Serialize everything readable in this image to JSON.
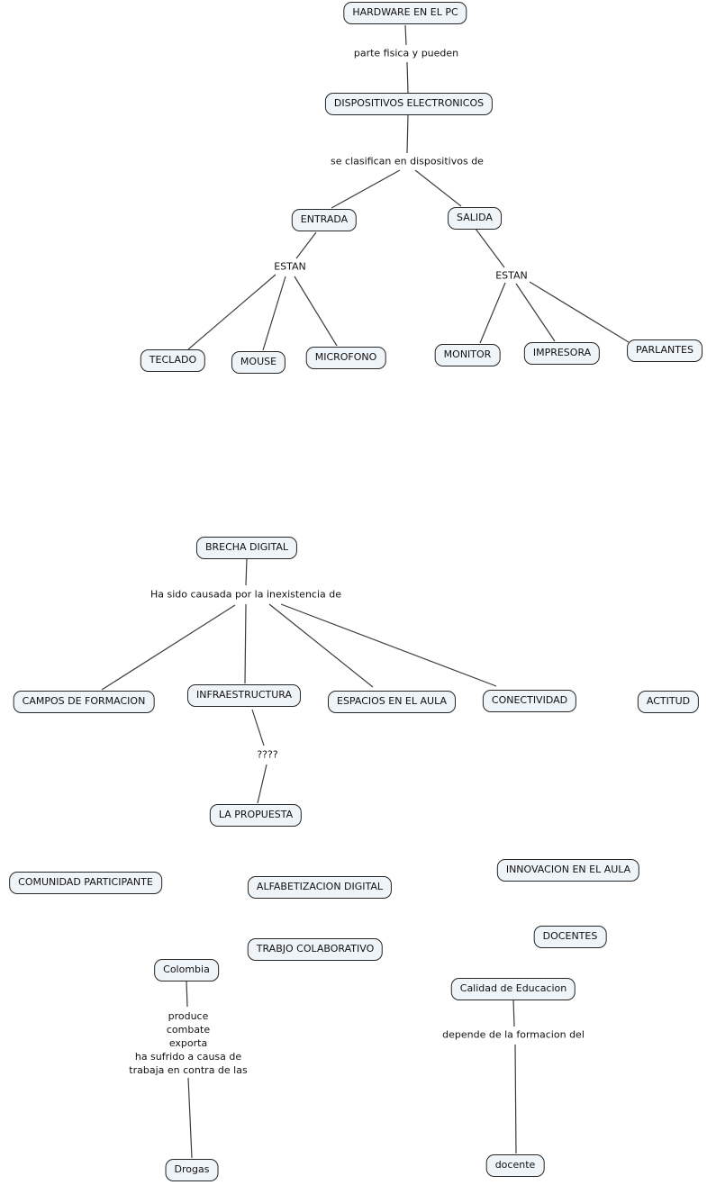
{
  "style": {
    "background": "#ffffff",
    "node_fill": "#eef4f8",
    "node_border": "#262626",
    "line_color": "#3c3c3c",
    "text_color": "#111111"
  },
  "map_hardware": {
    "nodes": {
      "hardware": "HARDWARE EN EL PC",
      "dispositivos": "DISPOSITIVOS ELECTRONICOS",
      "entrada": "ENTRADA",
      "salida": "SALIDA",
      "teclado": "TECLADO",
      "mouse": "MOUSE",
      "microfono": "MICROFONO",
      "monitor": "MONITOR",
      "impresora": "IMPRESORA",
      "parlantes": "PARLANTES"
    },
    "links": {
      "parte_fisica": "parte fisica y pueden",
      "se_clasifican": "se clasifican en dispositivos de",
      "estan_left": "ESTAN",
      "estan_right": "ESTAN"
    }
  },
  "map_brecha": {
    "nodes": {
      "brecha": "BRECHA DIGITAL",
      "campos": "CAMPOS DE FORMACION",
      "infraestructura": "INFRAESTRUCTURA",
      "espacios": "ESPACIOS EN EL AULA",
      "conectividad": "CONECTIVIDAD",
      "actitud": "ACTITUD",
      "la_propuesta": "LA PROPUESTA",
      "comunidad": "COMUNIDAD PARTICIPANTE",
      "alfabetizacion": "ALFABETIZACION DIGITAL",
      "innovacion": "INNOVACION EN EL AULA",
      "trabjo": "TRABJO COLABORATIVO",
      "docentes": "DOCENTES",
      "colombia": "Colombia",
      "calidad": "Calidad de Educacion",
      "drogas": "Drogas",
      "docente": "docente"
    },
    "links": {
      "ha_sido_causada": "Ha sido causada por la inexistencia de",
      "interrogantes": "????",
      "colombia_to_drogas": [
        "produce",
        "combate",
        "exporta",
        "ha sufrido a causa de",
        "trabaja en contra de las"
      ],
      "depende": "depende de la formacion del"
    }
  }
}
